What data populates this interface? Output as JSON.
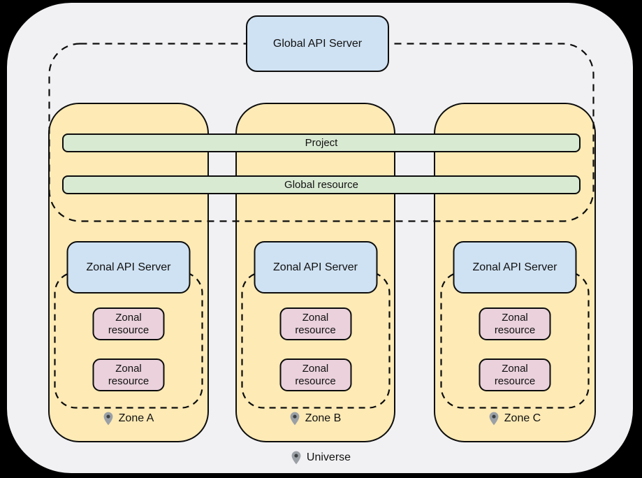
{
  "colors": {
    "background": "#000000",
    "universe_fill": "#f1f1f3",
    "zone_fill": "#fdeab5",
    "api_server_fill": "#cfe2f3",
    "green_fill": "#d9ead3",
    "pink_fill": "#ead1dc",
    "border": "#0d0d0d",
    "pin_gray": "#9aa0a6",
    "pin_dot": "#3c4043"
  },
  "icons": {
    "zone_marker": "location-pin-icon",
    "universe_marker": "location-pin-icon"
  },
  "global_api_server": {
    "label": "Global API Server"
  },
  "bars": {
    "project_label": "Project",
    "global_resource_label": "Global resource"
  },
  "zones": [
    {
      "api_server_label": "Zonal API Server",
      "resources": [
        "Zonal resource",
        "Zonal resource"
      ],
      "label": "Zone A"
    },
    {
      "api_server_label": "Zonal API Server",
      "resources": [
        "Zonal resource",
        "Zonal resource"
      ],
      "label": "Zone B"
    },
    {
      "api_server_label": "Zonal API Server",
      "resources": [
        "Zonal resource",
        "Zonal resource"
      ],
      "label": "Zone C"
    }
  ],
  "universe": {
    "label": "Universe"
  }
}
